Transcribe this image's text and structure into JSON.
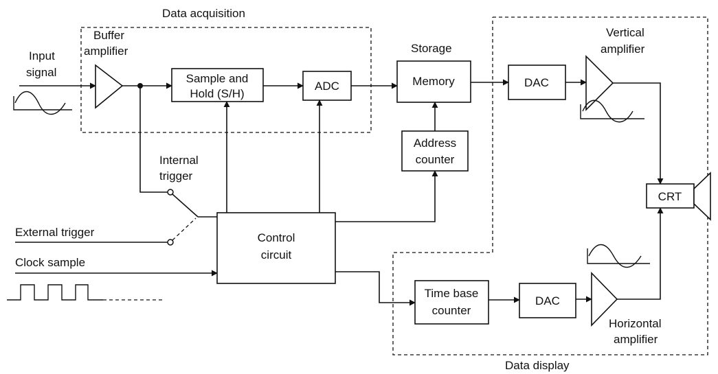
{
  "regions": {
    "acquisition": "Data acquisition",
    "display": "Data display"
  },
  "labels": {
    "input_signal_1": "Input",
    "input_signal_2": "signal",
    "buffer_1": "Buffer",
    "buffer_2": "amplifier",
    "storage": "Storage",
    "vertical_1": "Vertical",
    "vertical_2": "amplifier",
    "internal_1": "Internal",
    "internal_2": "trigger",
    "external": "External trigger",
    "clock": "Clock sample",
    "horizontal_1": "Horizontal",
    "horizontal_2": "amplifier"
  },
  "blocks": {
    "sample_hold_1": "Sample and",
    "sample_hold_2": "Hold (S/H)",
    "adc": "ADC",
    "memory": "Memory",
    "address_1": "Address",
    "address_2": "counter",
    "dac_vertical": "DAC",
    "crt": "CRT",
    "control_1": "Control",
    "control_2": "circuit",
    "timebase_1": "Time base",
    "timebase_2": "counter",
    "dac_horizontal": "DAC"
  }
}
